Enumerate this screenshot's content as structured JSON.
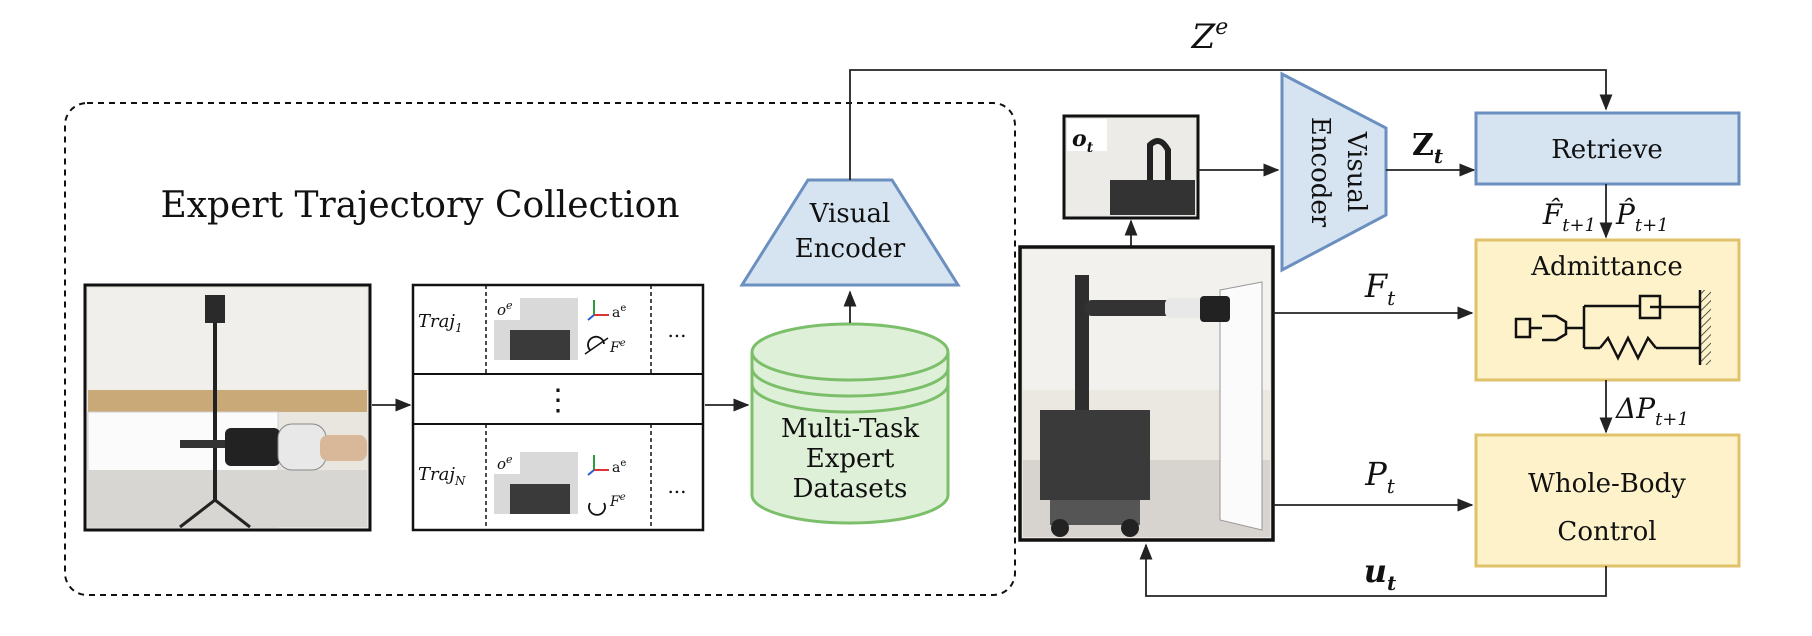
{
  "collection": {
    "title": "Expert Trajectory Collection",
    "traj_first": "Traj",
    "traj_first_sub": "1",
    "traj_last": "Traj",
    "traj_last_sub": "N",
    "obs_label": "o",
    "obs_sup": "e",
    "action_label": "a",
    "action_sup": "e",
    "force_label": "F",
    "force_sup": "e",
    "ellipsis": "...",
    "vdots": "⋮"
  },
  "datasets": {
    "line1": "Multi-Task",
    "line2": "Expert",
    "line3": "Datasets"
  },
  "encoder_left": {
    "line1": "Visual",
    "line2": "Encoder"
  },
  "encoder_right": {
    "line1": "Visual",
    "line2": "Encoder"
  },
  "obs_now": {
    "label": "o",
    "sub": "t"
  },
  "z_expert": {
    "label": "Z",
    "sup": "e"
  },
  "z_t": {
    "label": "Z",
    "sub": "t"
  },
  "retrieve": {
    "label": "Retrieve"
  },
  "retrieved": {
    "force": "F̂",
    "force_sub": "t+1",
    "pose": "P̂",
    "pose_sub": "t+1"
  },
  "admittance": {
    "label": "Admittance"
  },
  "force_t": {
    "label": "F",
    "sub": "t"
  },
  "delta_p": {
    "label": "ΔP",
    "sub": "t+1"
  },
  "pose_t": {
    "label": "P",
    "sub": "t"
  },
  "wbc": {
    "line1": "Whole-Body",
    "line2": "Control"
  },
  "control": {
    "label": "u",
    "sub": "t"
  },
  "colors": {
    "blue_fill": "#d6e4f2",
    "blue_stroke": "#6b8fbf",
    "yellow_fill": "#fdf2c9",
    "yellow_stroke": "#e0c26a",
    "green_fill": "#dff0d8",
    "green_stroke": "#7cbf6a"
  }
}
